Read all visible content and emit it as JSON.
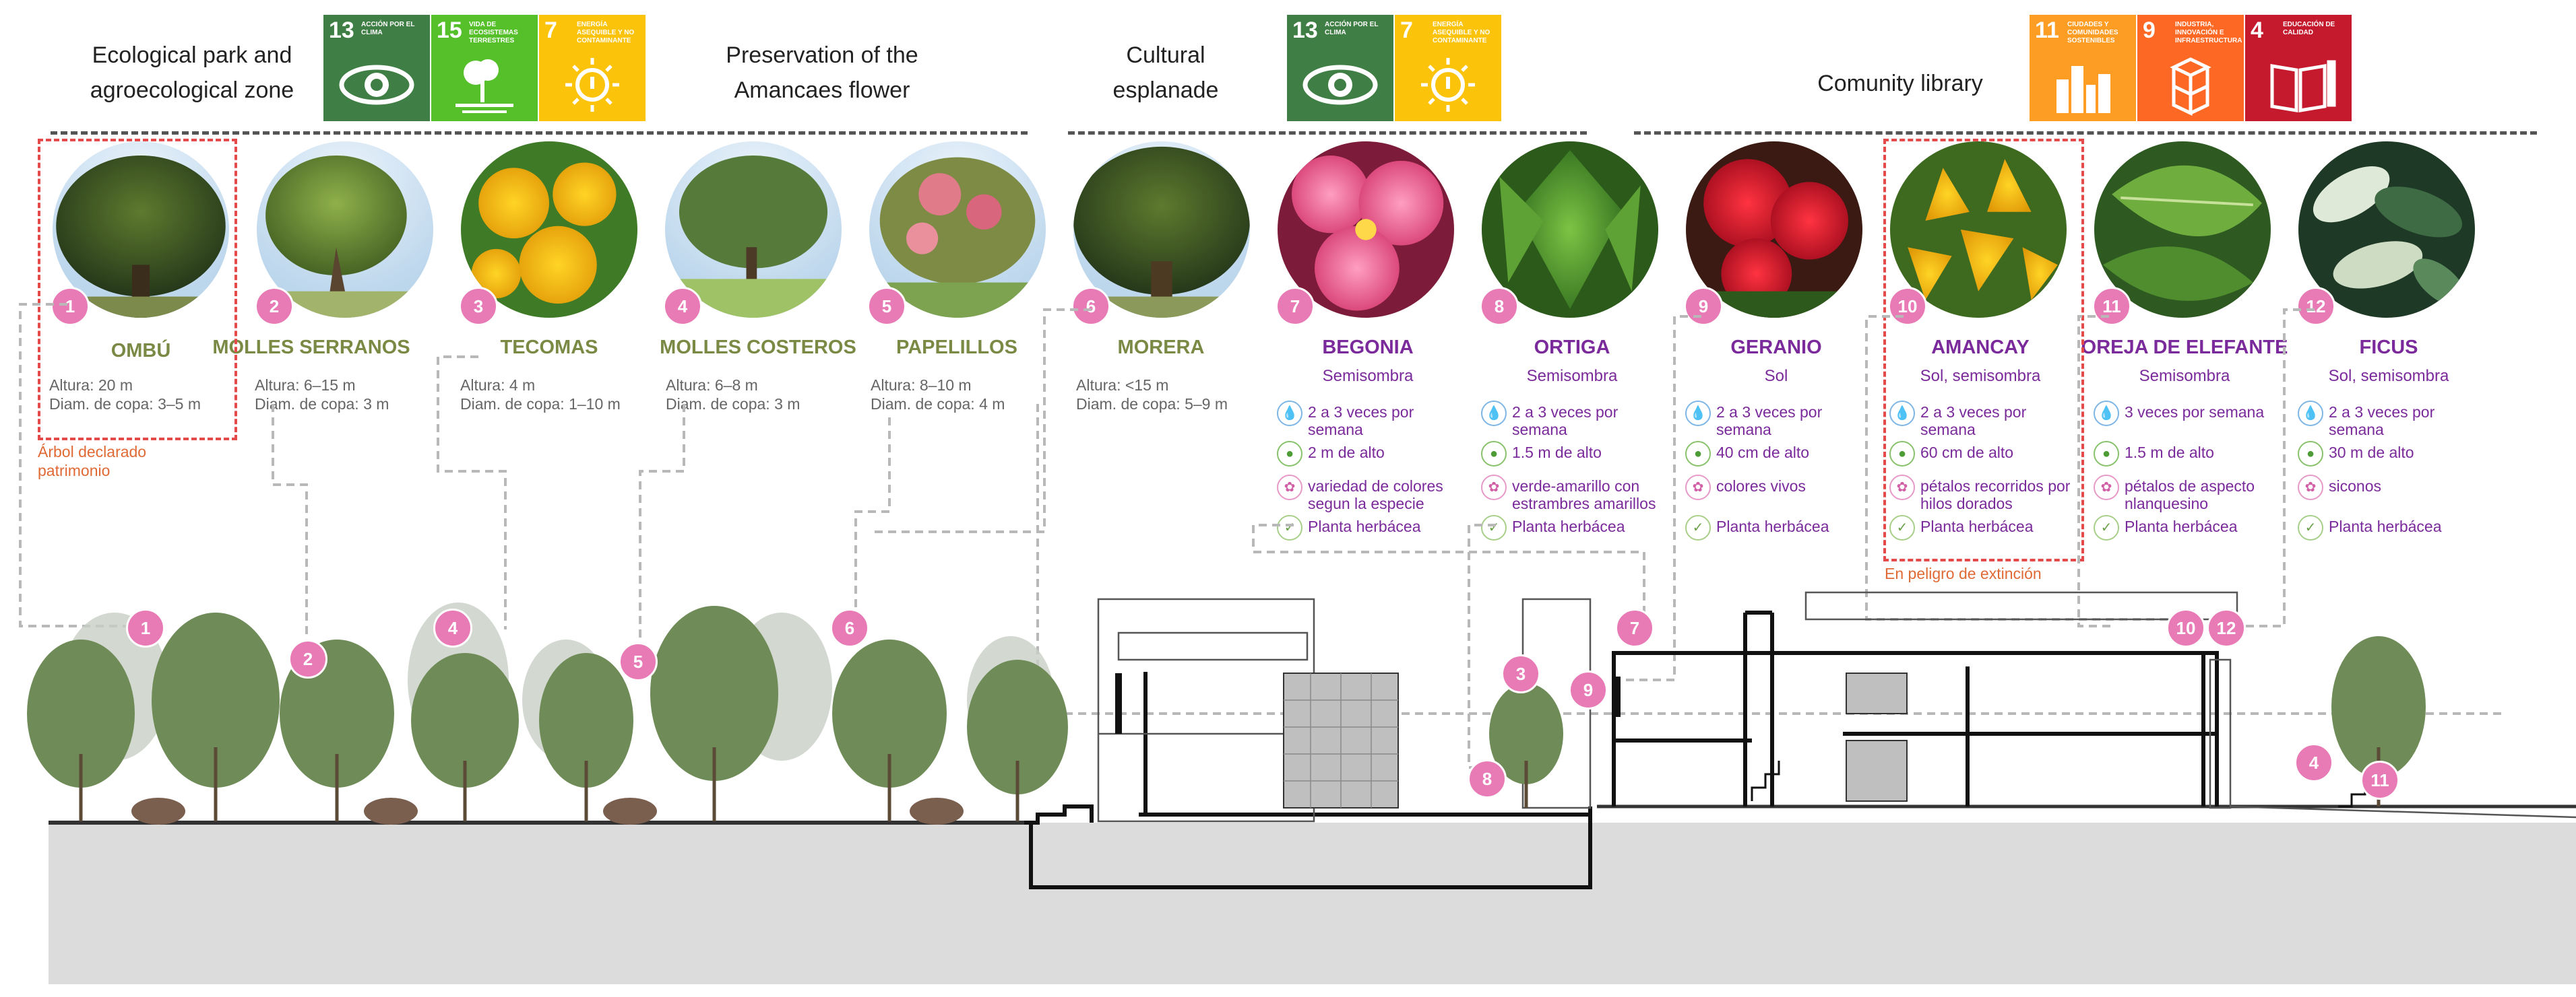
{
  "zones": {
    "eco_park": [
      "Ecological park and",
      "agroecological zone"
    ],
    "preservation": [
      "Preservation of the",
      "Amancaes flower"
    ],
    "esplanade": [
      "Cultural",
      "esplanade"
    ],
    "library": "Comunity library"
  },
  "sdg_group1": [
    {
      "number": "13",
      "label": "ACCIÓN POR EL CLIMA",
      "color": "#3f7e44",
      "icon": "eye-globe-icon"
    },
    {
      "number": "15",
      "label": "VIDA DE ECOSISTEMAS TERRESTRES",
      "color": "#56c02b",
      "icon": "tree-land-icon"
    },
    {
      "number": "7",
      "label": "ENERGÍA ASEQUIBLE Y NO CONTAMINANTE",
      "color": "#fcc30b",
      "icon": "sun-power-icon"
    }
  ],
  "sdg_group2": [
    {
      "number": "13",
      "label": "ACCIÓN POR EL CLIMA",
      "color": "#3f7e44",
      "icon": "eye-globe-icon"
    },
    {
      "number": "7",
      "label": "ENERGÍA ASEQUIBLE Y NO CONTAMINANTE",
      "color": "#fcc30b",
      "icon": "sun-power-icon"
    }
  ],
  "sdg_group3": [
    {
      "number": "11",
      "label": "CIUDADES Y COMUNIDADES SOSTENIBLES",
      "color": "#fd9d24",
      "icon": "city-icon"
    },
    {
      "number": "9",
      "label": "INDUSTRIA, INNOVACIÓN E INFRAESTRUCTURA",
      "color": "#fd6925",
      "icon": "cubes-icon"
    },
    {
      "number": "4",
      "label": "EDUCACIÓN DE CALIDAD",
      "color": "#c5192d",
      "icon": "book-pencil-icon"
    }
  ],
  "trees": [
    {
      "num": "1",
      "name": "OMBÚ",
      "altura": "Altura: 20 m",
      "copa": "Diam. de copa: 3–5 m",
      "photo": "ombu-tree"
    },
    {
      "num": "2",
      "name": "MOLLES SERRANOS",
      "altura": "Altura: 6–15 m",
      "copa": "Diam. de copa: 3 m",
      "photo": "molle-tree"
    },
    {
      "num": "3",
      "name": "TECOMAS",
      "altura": "Altura: 4 m",
      "copa": "Diam. de copa: 1–10 m",
      "photo": "tecoma-flower"
    },
    {
      "num": "4",
      "name": "MOLLES COSTEROS",
      "altura": "Altura: 6–8 m",
      "copa": "Diam. de copa: 3 m",
      "photo": "molle-costero-tree"
    },
    {
      "num": "5",
      "name": "PAPELILLOS",
      "altura": "Altura: 8–10 m",
      "copa": "Diam. de copa: 4 m",
      "photo": "papelillo-tree"
    },
    {
      "num": "6",
      "name": "MORERA",
      "altura": "Altura: <15 m",
      "copa": "Diam. de copa: 5–9 m",
      "photo": "morera-tree"
    }
  ],
  "ombu_note": [
    "Árbol declarado",
    "patrimonio"
  ],
  "plants": [
    {
      "num": "7",
      "name": "BEGONIA",
      "exposure": "Semisombra",
      "water": "2 a 3 veces por semana",
      "height": "2 m de alto",
      "flower": "variedad de colores segun la especie",
      "type": "Planta herbácea"
    },
    {
      "num": "8",
      "name": "ORTIGA",
      "exposure": "Semisombra",
      "water": "2 a 3 veces por semana",
      "height": "1.5 m de alto",
      "flower": "verde-amarillo con estrambres amarillos",
      "type": "Planta herbácea"
    },
    {
      "num": "9",
      "name": "GERANIO",
      "exposure": "Sol",
      "water": "2 a 3 veces por semana",
      "height": "40 cm de alto",
      "flower": "colores vivos",
      "type": "Planta herbácea"
    },
    {
      "num": "10",
      "name": "AMANCAY",
      "exposure": "Sol, semisombra",
      "water": "2 a 3 veces por semana",
      "height": "60 cm de alto",
      "flower": "pétalos recorridos por hilos dorados",
      "type": "Planta herbácea"
    },
    {
      "num": "11",
      "name": "OREJA DE ELEFANTE",
      "exposure": "Semisombra",
      "water": "3 veces por semana",
      "height": "1.5 m de alto",
      "flower": "pétalos de aspecto nlanquesino",
      "type": "Planta herbácea"
    },
    {
      "num": "12",
      "name": "FICUS",
      "exposure": "Sol, semisombra",
      "water": "2 a 3 veces por semana",
      "height": "30 m de alto",
      "flower": "siconos",
      "type": "Planta herbácea"
    }
  ],
  "amancay_note": "En peligro de extinción",
  "section_badges": [
    "1",
    "2",
    "4",
    "5",
    "6",
    "3",
    "8",
    "9",
    "7",
    "10",
    "12",
    "4",
    "11"
  ]
}
